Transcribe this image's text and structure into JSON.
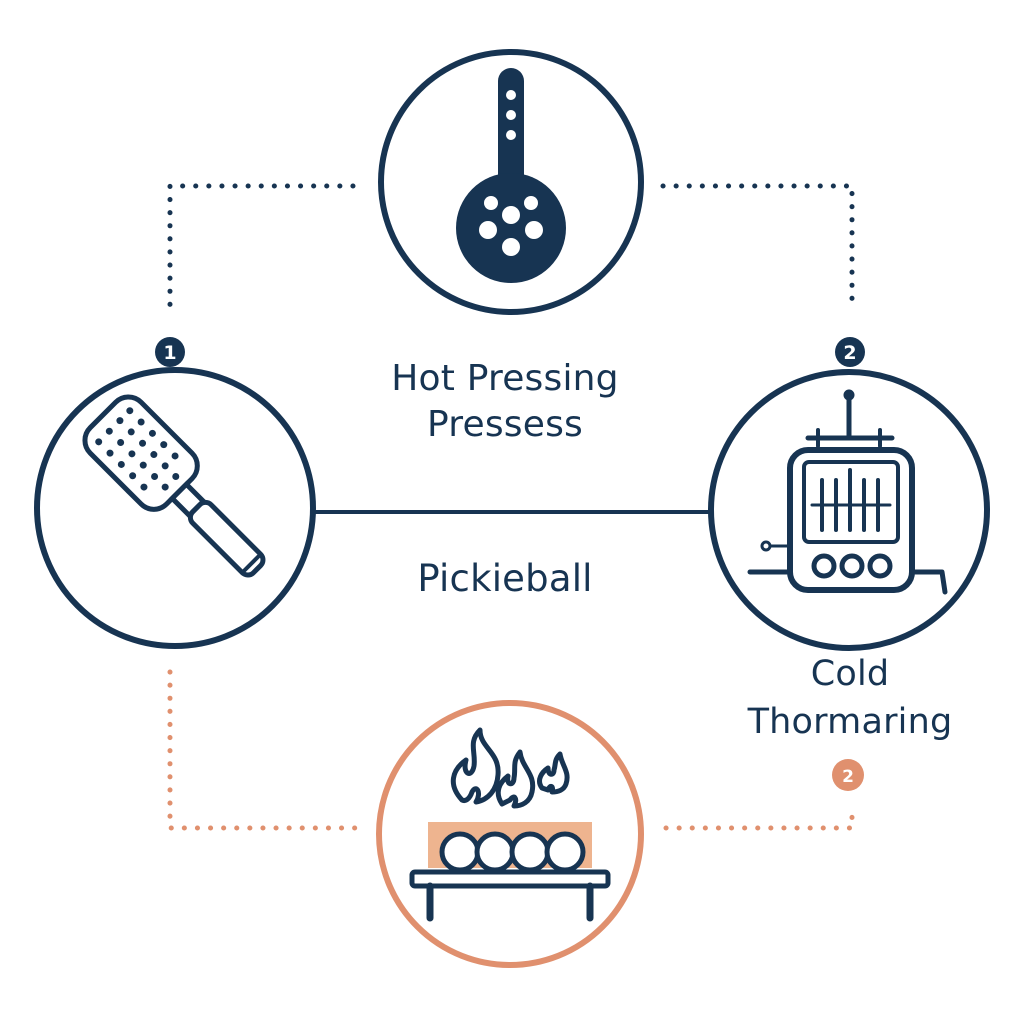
{
  "theme": {
    "navy": "#173452",
    "accent": "#e0906e",
    "panel_orange": "#eeb48f",
    "background": "#ffffff"
  },
  "top_node": {
    "icon": "pickleball-paddle-icon"
  },
  "left_node": {
    "icon": "paddle-icon",
    "badge": "1"
  },
  "right_node": {
    "icon": "cold-press-machine-icon",
    "badge": "2",
    "label_line1": "Cold",
    "label_line2": "Thormaring",
    "accent_badge": "2"
  },
  "bottom_node": {
    "icon": "heated-press-icon"
  },
  "labels": {
    "title_line1": "Hot Pressing",
    "title_line2": "Pressess",
    "center": "Pickieball"
  }
}
